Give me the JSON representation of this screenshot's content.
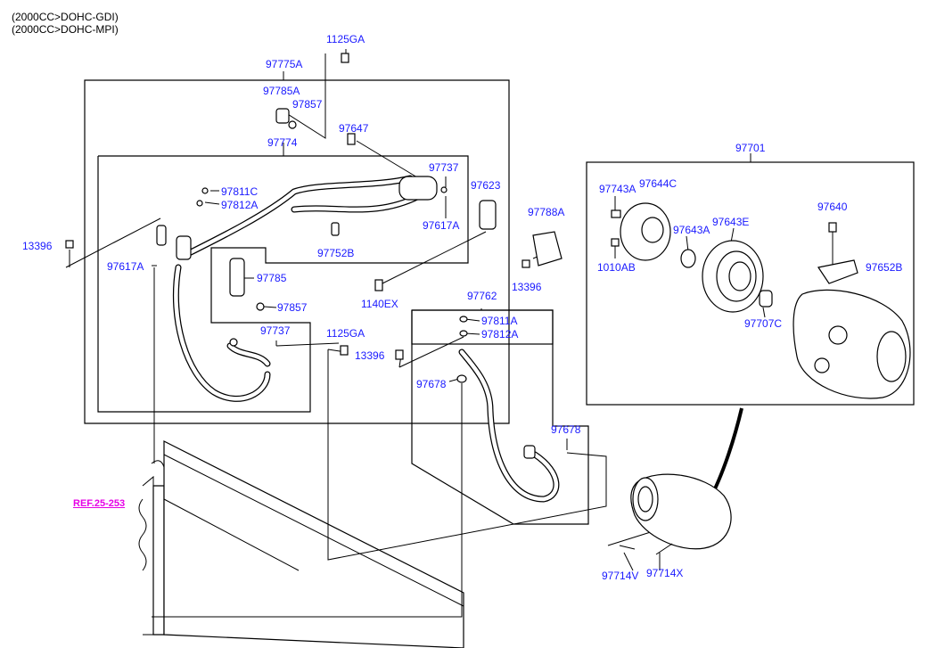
{
  "notes": [
    "(2000CC>DOHC-GDI)",
    "(2000CC>DOHC-MPI)"
  ],
  "ref_link": "REF.25-253",
  "labels": {
    "l1125ga_top": "1125GA",
    "l97775a": "97775A",
    "l97785a": "97785A",
    "l97857_top": "97857",
    "l97774": "97774",
    "l97647": "97647",
    "l97737_top": "97737",
    "l97623": "97623",
    "l97617a_right": "97617A",
    "l97811c": "97811C",
    "l97812a_top": "97812A",
    "l97752b": "97752B",
    "l13396_left": "13396",
    "l97617a_left": "97617A",
    "l97785": "97785",
    "l97857_mid": "97857",
    "l97737_mid": "97737",
    "l1125ga_mid": "1125GA",
    "l13396_mid": "13396",
    "l1140ex": "1140EX",
    "l97788a": "97788A",
    "l13396_right": "13396",
    "l97762": "97762",
    "l97811a": "97811A",
    "l97812a_low": "97812A",
    "l97678_left": "97678",
    "l97678_right": "97678",
    "l97701": "97701",
    "l97743a": "97743A",
    "l97644c": "97644C",
    "l1010ab": "1010AB",
    "l97643a": "97643A",
    "l97643e": "97643E",
    "l97640": "97640",
    "l97652b": "97652B",
    "l97707c": "97707C",
    "l97714v": "97714V",
    "l97714x": "97714X"
  }
}
